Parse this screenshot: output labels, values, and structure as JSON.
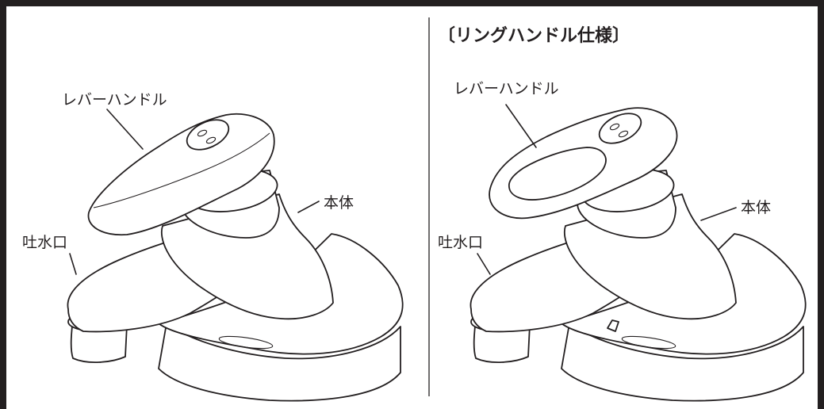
{
  "left_panel": {
    "labels": {
      "lever_handle": "レバーハンドル",
      "body": "本体",
      "spout": "吐水口"
    }
  },
  "right_panel": {
    "title": "〔リングハンドル仕様〕",
    "labels": {
      "lever_handle": "レバーハンドル",
      "body": "本体",
      "spout": "吐水口"
    }
  },
  "colors": {
    "line": "#231f20",
    "background": "#ffffff"
  }
}
